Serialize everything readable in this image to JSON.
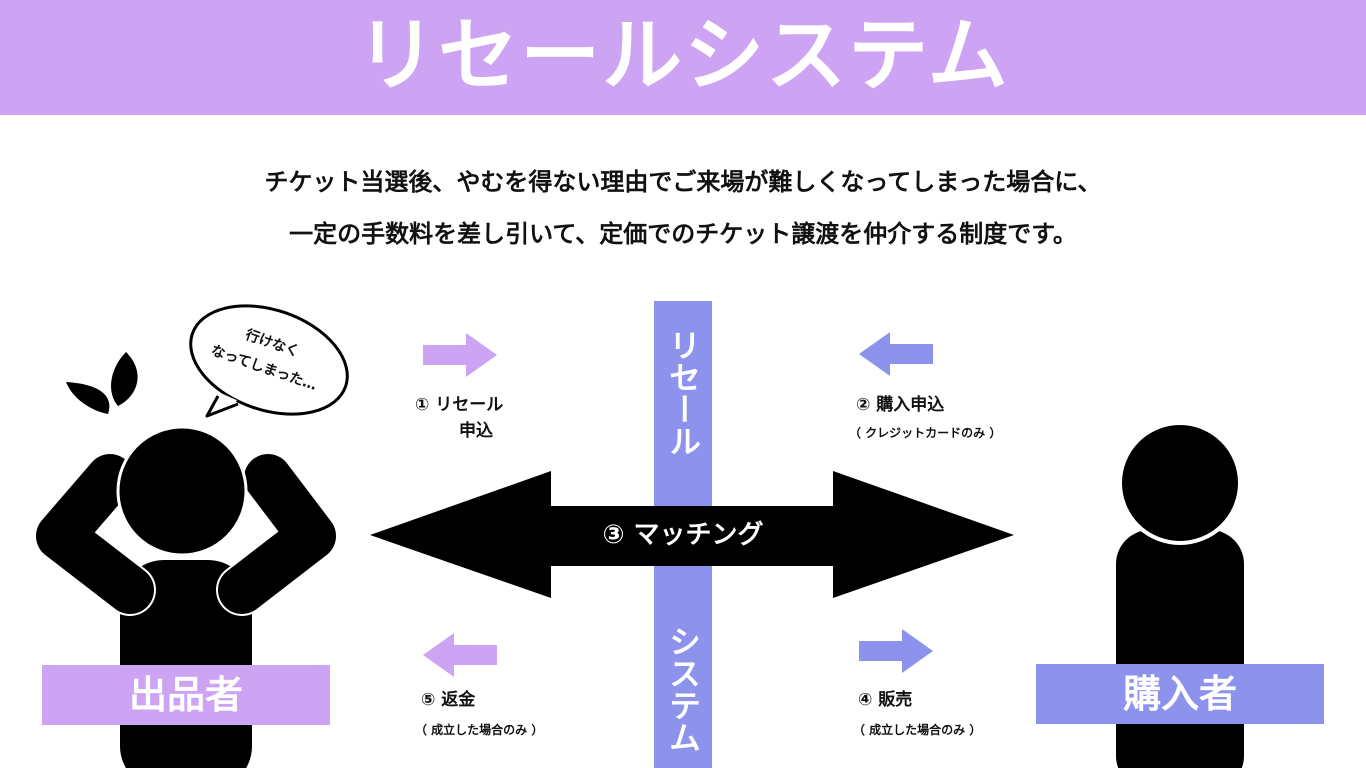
{
  "title": "リセールシステム",
  "description": {
    "line1": "チケット当選後、やむを得ない理由でご来場が難しくなってしまった場合に、",
    "line2": "一定の手数料を差し引いて、定価でのチケット譲渡を仲介する制度です。"
  },
  "system_label": {
    "top": "リセール",
    "bottom": "システム"
  },
  "speech_bubble": {
    "line1": "行けなく",
    "line2": "なってしまった…"
  },
  "steps": {
    "step1": {
      "line1": "① リセール",
      "line2": "申込"
    },
    "step2": {
      "label": "② 購入申込",
      "note": "（ クレジットカードのみ ）"
    },
    "step3": {
      "label": "③ マッチング"
    },
    "step4": {
      "label": "④ 販売",
      "note": "（ 成立した場合のみ ）"
    },
    "step5": {
      "label": "⑤ 返金",
      "note": "（ 成立した場合のみ ）"
    }
  },
  "roles": {
    "seller": "出品者",
    "buyer": "購入者"
  },
  "colors": {
    "lavender": "#cda4f3",
    "periwinkle": "#8d93ed",
    "black": "#000000",
    "white": "#ffffff"
  }
}
